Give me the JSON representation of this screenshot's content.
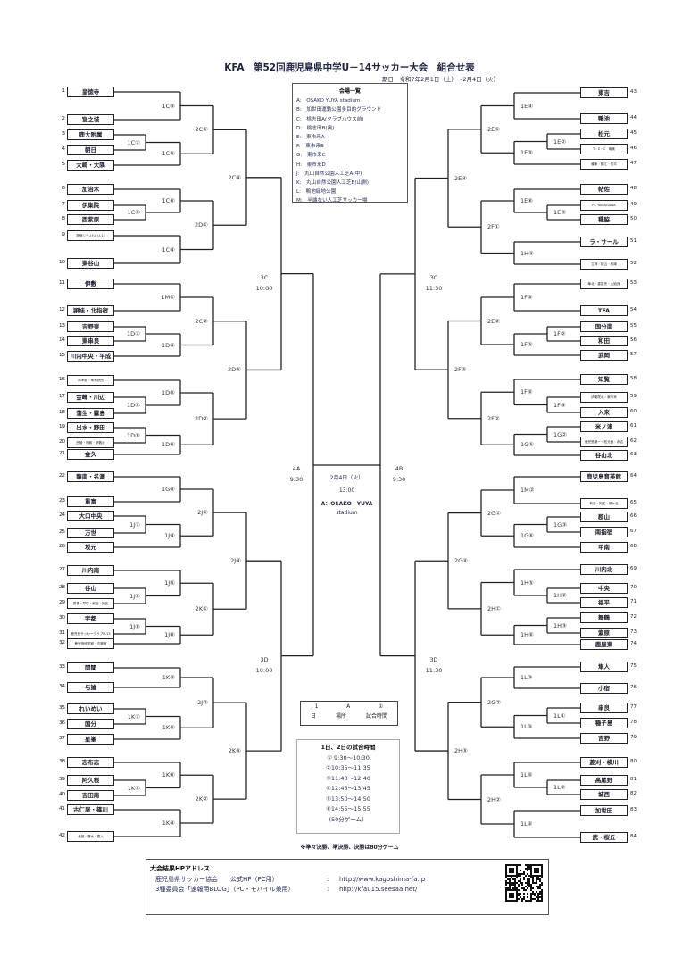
{
  "title": "KFA　第52回鹿児島県中学U－14サッカー大会　組合せ表",
  "date_line": "期日　令和7年2月1日（土）～2月4日（火）",
  "venues": {
    "title": "会場一覧",
    "items": [
      "A:　OSAKO YUYA stadium",
      "B:　加世田運動公園多目的グラウンド",
      "C:　桃志田A(クラブハウス前)",
      "D:　桃志田B(奥)",
      "E:　東市来A",
      "F:　東市来B",
      "G:　東市来C",
      "H:　東市来D",
      "J:　丸山自然公園人工芝A(中)",
      "K:　丸山自然公園人工芝B(山側)",
      "L:　鴨池緑地公園",
      "M:　半端ない人工芝サッカー場"
    ]
  },
  "teams": [
    "皇徳寺",
    "宮之城",
    "鹿大附属",
    "朝日",
    "大崎・大隅",
    "加治木",
    "伊集院",
    "西紫原",
    "指宿シティF.A U-15",
    "東谷山",
    "伊敷",
    "頴娃・北指宿",
    "吉野東",
    "東串良",
    "川内中央・平成",
    "串木野・串木野西",
    "金峰・川辺",
    "蒲生・霧島",
    "出水・野田",
    "西陵・明和・伊敷台",
    "金久",
    "龍南・名瀬",
    "重富",
    "大口中央",
    "万世",
    "坂元",
    "川内南",
    "谷山",
    "喜界・早町・和泊・知名",
    "宇都",
    "鹿児島サッカークラブU-15",
    "鹿児島修学館・志學館",
    "開聞",
    "与論",
    "れいめい",
    "国分",
    "星峯",
    "志布志",
    "阿久根",
    "吉田南",
    "古仁屋・篠川",
    "長田・清水・喜入",
    "東吉",
    "鴨池",
    "松元",
    "T・S・C　奄美",
    "種東・錦江・吾平",
    "帖佐",
    "FC YAMAGAWA",
    "種脇",
    "ラ・サール",
    "立神・桜山・枕崎",
    "隼北・重富央・大姶良",
    "TFA",
    "国分南",
    "和田",
    "武岡",
    "知覧",
    "伊集院北・東市来",
    "入来",
    "米ノ津",
    "鹿児島第一・松元西・永吉",
    "谷山北",
    "鹿児島育英館",
    "和泊・知名・城ケ丘",
    "郡山",
    "南指宿",
    "甲南",
    "川内北",
    "中央",
    "福平",
    "舞鶴",
    "紫原",
    "鹿屋東",
    "隼人",
    "小宿",
    "串良",
    "種子島",
    "吉野",
    "菱刈・横川",
    "高尾野",
    "城西",
    "加世田",
    "武・桜丘"
  ],
  "matches": {
    "L1C3": "1C③",
    "L1C1": "1C①",
    "L1C5": "1C⑤",
    "L2C1": "2C①",
    "L1C6": "1C⑥",
    "L1C2": "1C②",
    "L1C4": "1C④",
    "L2D1": "2D①",
    "L2C4": "2C④",
    "L1M1": "1M①",
    "L1D1": "1D①",
    "L1D4": "1D④",
    "L2C2": "2C②",
    "L1D5": "1D⑤",
    "L1D2": "1D②",
    "L1D3": "1D③",
    "L1D6": "1D⑥",
    "L2D2": "2D②",
    "L2D5": "2D⑤",
    "L3C": [
      "3C",
      "10:00"
    ],
    "L1G4": "1G④",
    "L1J1": "1J①",
    "L1J4": "1J④",
    "L2J1": "2J①",
    "L1J5": "1J⑤",
    "L1J2": "1J②",
    "L1J3": "1J③",
    "L1J6": "1J⑥",
    "L2K1": "2K①",
    "L2J4": "2J④",
    "L1K3": "1K③",
    "L1K1": "1K①",
    "L1K5": "1K⑤",
    "L2J2": "2J②",
    "L1K6": "1K⑥",
    "L1K2": "1K②",
    "L1K4": "1K④",
    "L2K2": "2K②",
    "L2K5": "2K⑤",
    "L3D": [
      "3D",
      "10:00"
    ],
    "L4A": [
      "4A",
      "9:30"
    ],
    "R1E4": "1E④",
    "R1E2": "1E②",
    "R1E5": "1E⑤",
    "R2E1": "2E①",
    "R1E6": "1E⑥",
    "R1E3": "1E③",
    "R1H4": "1H④",
    "R2F1": "2F①",
    "R2E4": "2E④",
    "R1F4": "1F④",
    "R1F2": "1F②",
    "R1F5": "1F⑤",
    "R2E2": "2E②",
    "R1F6": "1F⑥",
    "R1F3": "1F③",
    "R1G2": "1G②",
    "R1G5": "1G⑤",
    "R2F2": "2F②",
    "R2F5": "2F⑤",
    "R3C": [
      "3C",
      "11:30"
    ],
    "R1M2": "1M②",
    "R1G3": "1G③",
    "R1G6": "1G⑥",
    "R2G1": "2G①",
    "R1H5": "1H⑤",
    "R1H2": "1H②",
    "R1H3": "1H③",
    "R1H6": "1H⑥",
    "R2H1": "2H①",
    "R2G4": "2G④",
    "R1L3": "1L③",
    "R1L1": "1L①",
    "R1L5": "1L⑤",
    "R2G2": "2G②",
    "R1L6": "1L⑥",
    "R1L2": "1L②",
    "R1L4": "1L④",
    "R2H2": "2H②",
    "R2H5": "2H⑤",
    "R3D": [
      "3D",
      "11:30"
    ],
    "R4B": [
      "4B",
      "9:30"
    ]
  },
  "final": {
    "date": "2月4日（火）",
    "time": "13:00",
    "venue": "A：OSAKO　YUYA",
    "venue2": "stadium"
  },
  "key": {
    "top": [
      "1",
      "A",
      "①"
    ],
    "bottom": [
      "日",
      "場所",
      "試合時間"
    ]
  },
  "schedule": {
    "title": "1日、2日の試合時間",
    "slots": [
      "①  9:30～10:30",
      "②10:35～11:35",
      "③11:40～12:40",
      "④12:45～13:45",
      "⑤13:50～14:50",
      "⑥14:55～15:55"
    ],
    "note": "(50分ゲーム）"
  },
  "note": "※準々決勝、準決勝、決勝は80分ゲーム",
  "footer": {
    "title": "大会結果HPアドレス",
    "rows": [
      [
        "鹿児島県サッカー協会　　公式HP（PC用）",
        ":",
        "http://www.kagoshima-fa.jp"
      ],
      [
        "3種委員会「速報用BLOG」（PC・モバイル兼用）",
        ":",
        "hhp://kfau15.seesaa.net/"
      ]
    ]
  }
}
